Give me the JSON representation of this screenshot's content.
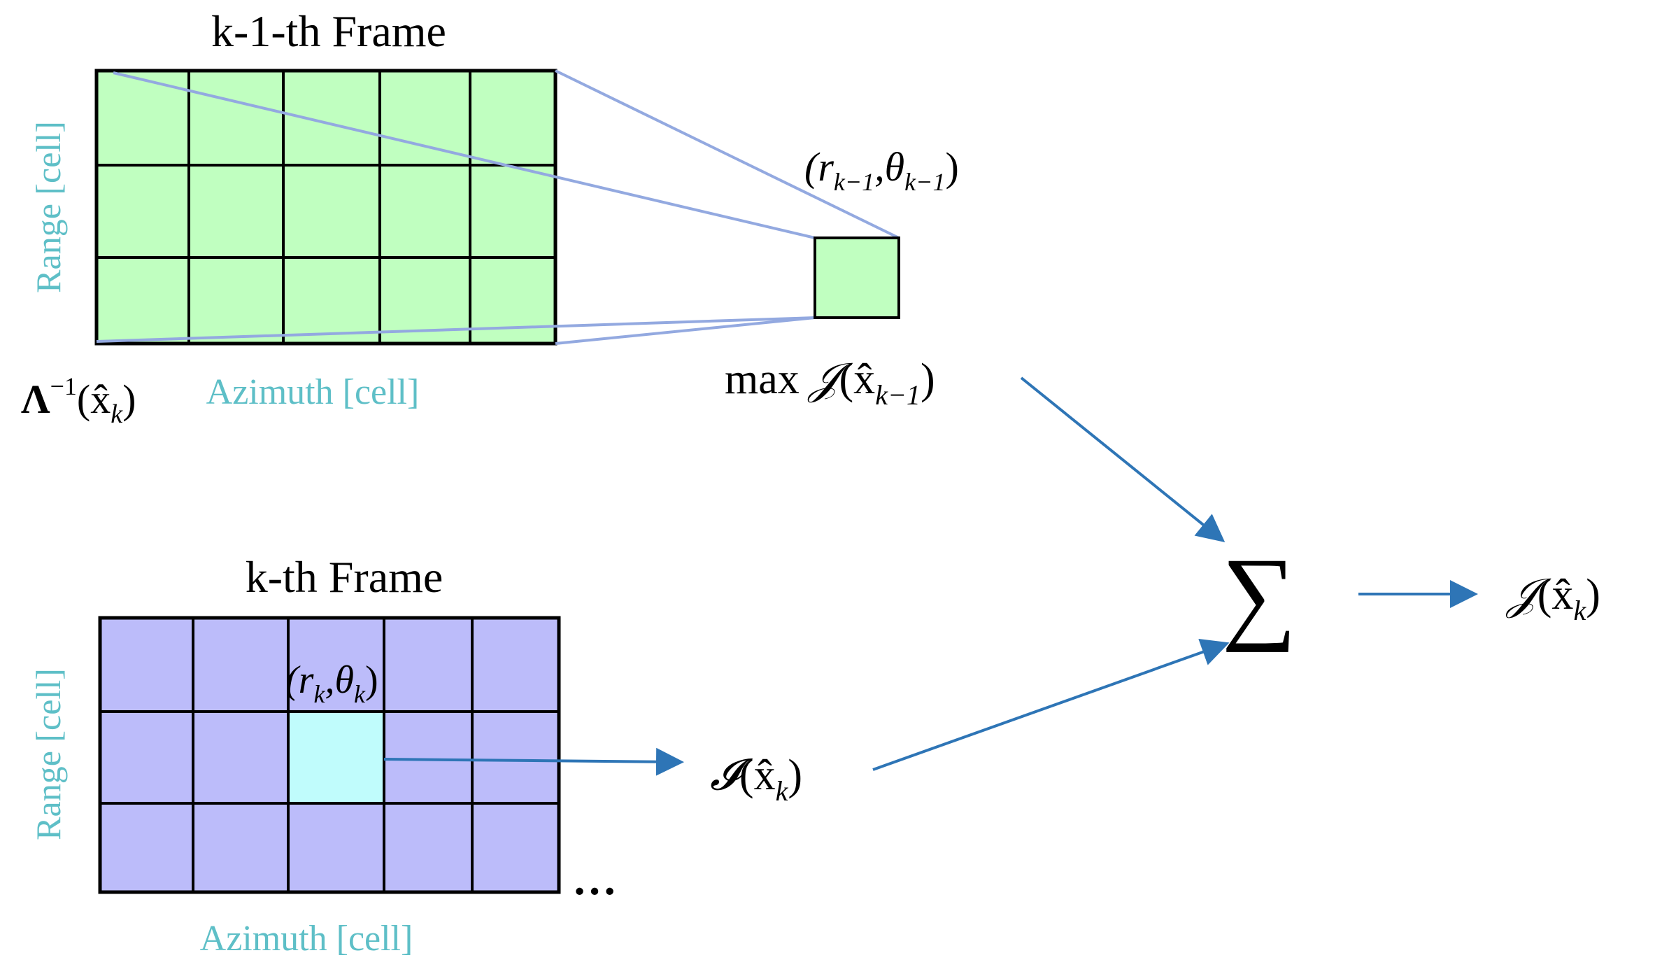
{
  "top_frame": {
    "title": "k-1-th Frame",
    "range_label": "Range [cell]",
    "azimuth_label": "Azimuth [cell]",
    "transform_label": {
      "symbol": "Λ",
      "sup": "−1",
      "open": "(x̂",
      "sub": "k",
      "close": ")"
    },
    "fill_color": "#c0ffc0",
    "rows": 3,
    "cols": 5
  },
  "zoom_cell": {
    "coord_label": {
      "open": "(r",
      "sub1": "k−1",
      "comma": ",θ",
      "sub2": "k−1",
      "close": ")"
    },
    "max_label": {
      "prefix": "max",
      "J": "𝒥",
      "open": "(x̂",
      "sub": "k−1",
      "close": ")"
    },
    "fill_color": "#c0ffc0"
  },
  "bottom_frame": {
    "title": "k-th Frame",
    "range_label": "Range [cell]",
    "azimuth_label": "Azimuth [cell]",
    "cell_label": {
      "open": "(r",
      "sub1": "k",
      "comma": ",θ",
      "sub2": "k",
      "close": ")"
    },
    "ellipsis": "…",
    "fill_color": "#bcbcfa",
    "highlight_color": "#c0fcfc",
    "rows": 3,
    "cols": 5
  },
  "current_score": {
    "I": "𝓘",
    "open": "(x̂",
    "sub": "k",
    "close": ")"
  },
  "sum": {
    "symbol": "∑"
  },
  "output": {
    "J": "𝒥",
    "open": "(x̂",
    "sub": "k",
    "close": ")"
  },
  "colors": {
    "arrow": "#2e75b6",
    "zoom_lines": "#93a9e0",
    "axis_labels": "#5ebfc7"
  }
}
